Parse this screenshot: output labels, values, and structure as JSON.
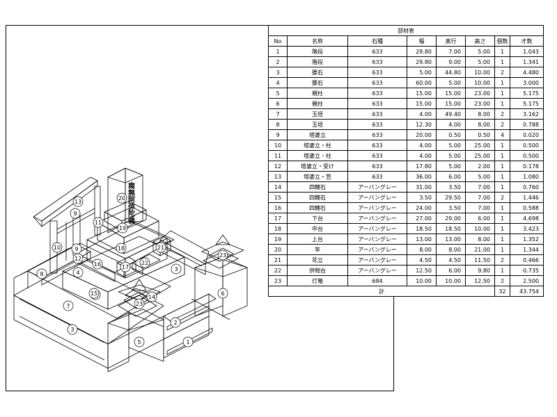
{
  "table": {
    "title": "部材表",
    "headers": [
      "No",
      "名称",
      "石種",
      "幅",
      "奥行",
      "高さ",
      "個数",
      "才数"
    ],
    "rows": [
      [
        "1",
        "階段",
        "633",
        "29.80",
        "7.00",
        "5.00",
        "1",
        "1.043"
      ],
      [
        "2",
        "階段",
        "633",
        "29.80",
        "9.00",
        "5.00",
        "1",
        "1.341"
      ],
      [
        "3",
        "腰石",
        "633",
        "5.00",
        "44.80",
        "10.00",
        "2",
        "4.480"
      ],
      [
        "4",
        "腰石",
        "633",
        "60.00",
        "5.00",
        "10.00",
        "1",
        "3.000"
      ],
      [
        "5",
        "親柱",
        "633",
        "15.00",
        "15.00",
        "23.00",
        "1",
        "5.175"
      ],
      [
        "6",
        "親柱",
        "633",
        "15.00",
        "15.00",
        "23.00",
        "1",
        "5.175"
      ],
      [
        "7",
        "玉垣",
        "633",
        "4.00",
        "49.40",
        "8.00",
        "2",
        "3.162"
      ],
      [
        "8",
        "玉垣",
        "633",
        "12.30",
        "4.00",
        "8.00",
        "2",
        "0.788"
      ],
      [
        "9",
        "塔婆立",
        "633",
        "20.00",
        "0.50",
        "0.50",
        "4",
        "0.020"
      ],
      [
        "10",
        "塔婆立・柱",
        "633",
        "4.00",
        "5.00",
        "25.00",
        "1",
        "0.500"
      ],
      [
        "11",
        "塔婆立・柱",
        "633",
        "4.00",
        "5.00",
        "25.00",
        "1",
        "0.500"
      ],
      [
        "12",
        "塔婆立・受け",
        "633",
        "17.80",
        "5.00",
        "2.00",
        "1",
        "0.178"
      ],
      [
        "13",
        "塔婆立・笠",
        "633",
        "36.00",
        "6.00",
        "5.00",
        "1",
        "1.080"
      ],
      [
        "14",
        "四轄石",
        "アーバングレー",
        "31.00",
        "3.50",
        "7.00",
        "1",
        "0.760"
      ],
      [
        "15",
        "四轄石",
        "アーバングレー",
        "3.50",
        "29.50",
        "7.00",
        "2",
        "1.446"
      ],
      [
        "16",
        "四轄石",
        "アーバングレー",
        "24.00",
        "3.50",
        "7.00",
        "1",
        "0.588"
      ],
      [
        "17",
        "下台",
        "アーバングレー",
        "27.00",
        "29.00",
        "6.00",
        "1",
        "4.698"
      ],
      [
        "18",
        "中台",
        "アーバングレー",
        "18.50",
        "18.50",
        "10.00",
        "1",
        "3.423"
      ],
      [
        "19",
        "上台",
        "アーバングレー",
        "13.00",
        "13.00",
        "8.00",
        "1",
        "1.352"
      ],
      [
        "20",
        "竿",
        "アーバングレー",
        "8.00",
        "8.00",
        "21.00",
        "1",
        "1.344"
      ],
      [
        "21",
        "花立",
        "アーバングレー",
        "4.50",
        "4.50",
        "11.50",
        "2",
        "0.466"
      ],
      [
        "22",
        "供物台",
        "アーバングレー",
        "12.50",
        "6.00",
        "9.80",
        "1",
        "0.735"
      ],
      [
        "23",
        "灯篭",
        "684",
        "10.00",
        "10.00",
        "12.50",
        "2",
        "2.500"
      ]
    ],
    "total": {
      "label": "計",
      "count": "32",
      "sai": "43.754"
    }
  },
  "drawing": {
    "inscription": "南無阿弥陀佛",
    "callouts": [
      "1",
      "2",
      "3",
      "3",
      "4",
      "5",
      "6",
      "7",
      "7",
      "8",
      "9",
      "9",
      "10",
      "11",
      "12",
      "13",
      "14",
      "15",
      "16",
      "17",
      "18",
      "19",
      "20",
      "21",
      "22",
      "23",
      "23"
    ]
  }
}
